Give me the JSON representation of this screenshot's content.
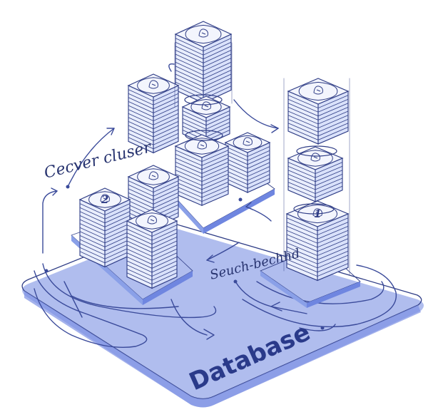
{
  "diagram": {
    "title": "Database",
    "annotations": {
      "top_left": "Cecver cluser",
      "middle": "Seuch-bechhd"
    },
    "node_numbers": [
      "2",
      "1"
    ],
    "colors": {
      "ink": "#2f3d86",
      "platform_fill": "#e3e9fb",
      "accent_blue": "#6f86e0",
      "stack_top": "#f3f5fd"
    }
  }
}
